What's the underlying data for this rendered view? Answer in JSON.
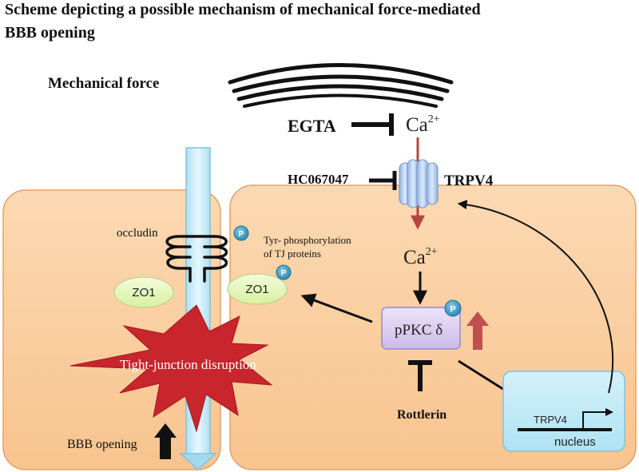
{
  "title": {
    "line1": "Scheme depicting a possible mechanism of mechanical force-mediated",
    "line2": "BBB opening"
  },
  "labels": {
    "mechanical_force": "Mechanical force",
    "egta": "EGTA",
    "ca_top": "Ca",
    "ca_top_sup": "2+",
    "hc067047": "HC067047",
    "trpv4_channel": "TRPV4",
    "ca_mid": "Ca",
    "ca_mid_sup": "2+",
    "occludin": "occludin",
    "tyr_phospho_line1": "Tyr- phosphorylation",
    "tyr_phospho_line2": "of TJ proteins",
    "zo1_left": "ZO1",
    "zo1_right": "ZO1",
    "phospho": "P",
    "ppkc": "pPKC δ",
    "tight_junction": "Tight-junction disruption",
    "rottlerin": "Rottlerin",
    "bbb_opening": "BBB opening",
    "trpv4_gene": "TRPV4",
    "nucleus": "nucleus"
  },
  "colors": {
    "cell_fill": "#fbd0a3",
    "cell_stroke": "#e5a164",
    "vessel_fill": "#c9ecf7",
    "vessel_stroke": "#7fc3de",
    "zo1_fill": "#e8f7c0",
    "pkc_fill": "#ddd0f0",
    "pkc_stroke": "#9c88c8",
    "burst_fill": "#c8252c",
    "up_arrow_red": "#c0504d",
    "nucleus_fill": "#bfe9f6",
    "phospho_badge": "#3a9fc4",
    "channel_fill": "#b7cff0"
  }
}
